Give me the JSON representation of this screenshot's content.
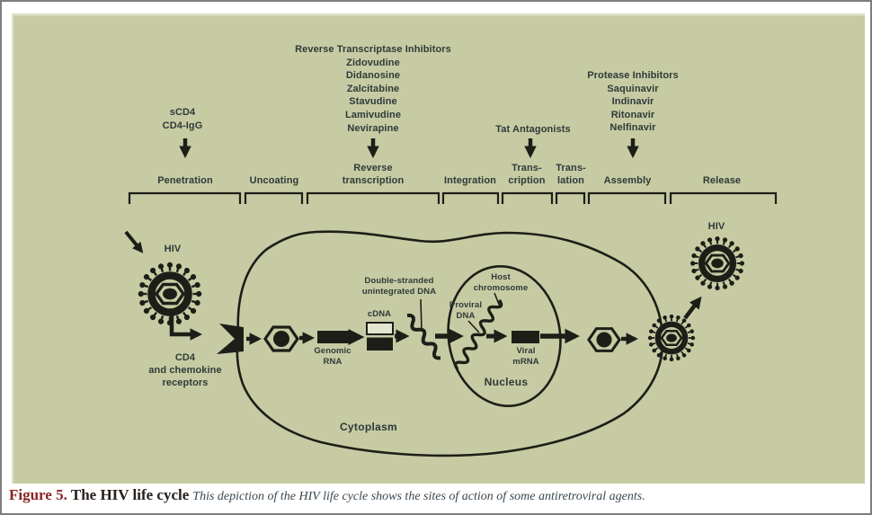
{
  "figure": {
    "agents_top": {
      "scd4": [
        "sCD4",
        "CD4-IgG"
      ],
      "rt_inhibitors": {
        "title": "Reverse Transcriptase Inhibitors",
        "drugs": [
          "Zidovudine",
          "Didanosine",
          "Zalcitabine",
          "Stavudine",
          "Lamivudine",
          "Nevirapine"
        ]
      },
      "tat": "Tat Antagonists",
      "protease_inhibitors": {
        "title": "Protease Inhibitors",
        "drugs": [
          "Saquinavir",
          "Indinavir",
          "Ritonavir",
          "Nelfinavir"
        ]
      }
    },
    "stages": {
      "penetration": "Penetration",
      "uncoating": "Uncoating",
      "reverse_line1": "Reverse",
      "reverse_line2": "transcription",
      "integration": "Integration",
      "transcription_line1": "Trans-",
      "transcription_line2": "cription",
      "translation_line1": "Trans-",
      "translation_line2": "lation",
      "assembly": "Assembly",
      "release": "Release"
    },
    "cell": {
      "hiv_entering": "HIV",
      "receptors": [
        "CD4",
        "and chemokine",
        "receptors"
      ],
      "genomic_rna": [
        "Genomic",
        "RNA"
      ],
      "cdna": "cDNA",
      "unintegrated_dna": [
        "Double-stranded",
        "unintegrated DNA"
      ],
      "proviral_dna": [
        "Proviral",
        "DNA"
      ],
      "host_chromosome": [
        "Host",
        "chromosome"
      ],
      "viral_mrna": [
        "Viral",
        "mRNA"
      ],
      "nucleus": "Nucleus",
      "cytoplasm": "Cytoplasm",
      "hiv_released": "HIV"
    },
    "caption": {
      "figure_label": "Figure 5.",
      "title": "The HIV life cycle",
      "description": "This depiction of the HIV life cycle shows the sites of action of some antiretroviral agents."
    },
    "colors": {
      "panel_bg": "#c7cba3",
      "ink": "#1e1e18",
      "label_text": "#2e3a38",
      "caption_figure": "#8a2323",
      "caption_title": "#27201a",
      "caption_description": "#3a4750"
    }
  }
}
